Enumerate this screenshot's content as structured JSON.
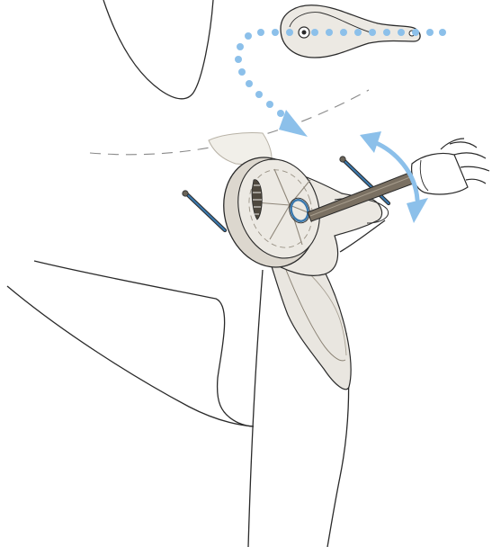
{
  "figure": {
    "kind": "assembly-instruction-illustration",
    "steps_shown": [
      "move-servo-horn-onto-hub",
      "rotate-screwdriver-to-fasten-screw"
    ],
    "colors": {
      "line": "#2a2a2a",
      "part_fill": "#e9e6e0",
      "part_shadow": "#cfcac1",
      "part_dark": "#5f584c",
      "motion_arrow": "#8cc0ea",
      "screw_blue": "#3a78ad",
      "guide_dashes": "#888888"
    },
    "icons": {
      "servo_horn": "servo-horn-icon",
      "screwdriver": "screwdriver-icon",
      "hand": "hand-icon",
      "dotted_arrow": "dotted-arrow-icon",
      "rotation_arrow": "double-rotation-arrow-icon"
    }
  }
}
